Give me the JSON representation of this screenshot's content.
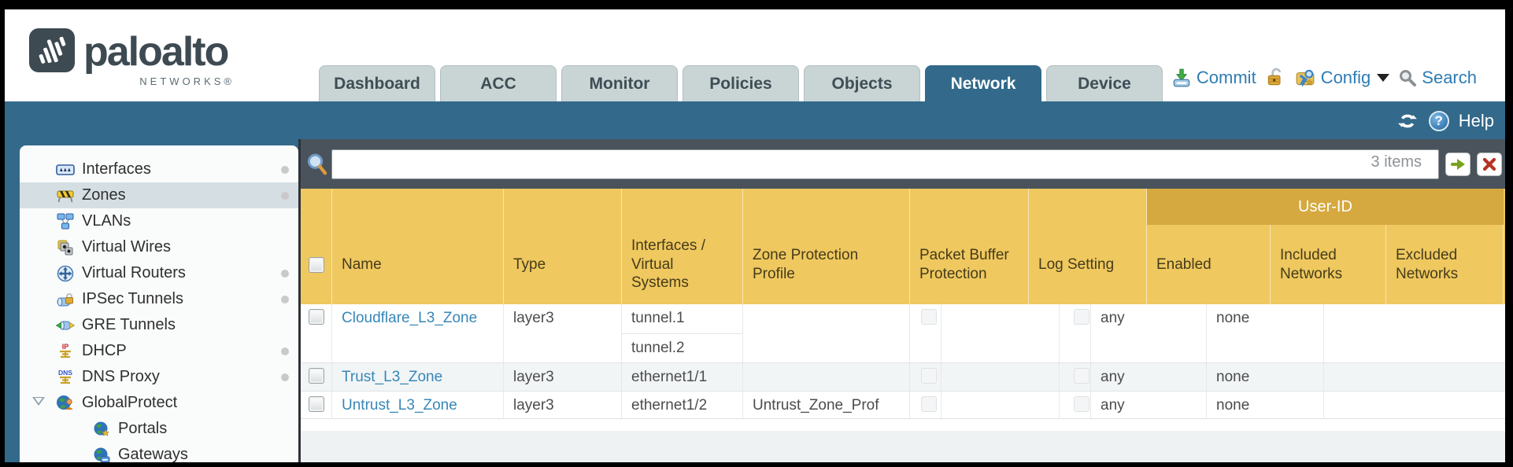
{
  "brand": {
    "wordmark": "paloalto",
    "sub": "NETWORKS®"
  },
  "tabs": [
    {
      "label": "Dashboard"
    },
    {
      "label": "ACC"
    },
    {
      "label": "Monitor"
    },
    {
      "label": "Policies"
    },
    {
      "label": "Objects"
    },
    {
      "label": "Network",
      "active": true
    },
    {
      "label": "Device"
    }
  ],
  "topbar": {
    "commit_label": "Commit",
    "config_label": "Config",
    "search_label": "Search"
  },
  "band": {
    "help_label": "Help"
  },
  "filter": {
    "value": "",
    "items_count": "3 items"
  },
  "sidebar": {
    "items": [
      {
        "label": "Interfaces"
      },
      {
        "label": "Zones"
      },
      {
        "label": "VLANs"
      },
      {
        "label": "Virtual Wires"
      },
      {
        "label": "Virtual Routers"
      },
      {
        "label": "IPSec Tunnels"
      },
      {
        "label": "GRE Tunnels"
      },
      {
        "label": "DHCP"
      },
      {
        "label": "DNS Proxy"
      },
      {
        "label": "GlobalProtect"
      },
      {
        "label": "Portals"
      },
      {
        "label": "Gateways"
      }
    ]
  },
  "table": {
    "group_header": "User-ID",
    "columns": {
      "name": "Name",
      "type": "Type",
      "interfaces": "Interfaces / Virtual Systems",
      "zpp": "Zone Protection Profile",
      "pbp": "Packet Buffer Protection",
      "log": "Log Setting",
      "enabled": "Enabled",
      "included": "Included Networks",
      "excluded": "Excluded Networks"
    },
    "rows": [
      {
        "name": "Cloudflare_L3_Zone",
        "type": "layer3",
        "interfaces": [
          "tunnel.1",
          "tunnel.2"
        ],
        "zpp": "",
        "included": "any",
        "excluded": "none"
      },
      {
        "name": "Trust_L3_Zone",
        "type": "layer3",
        "interfaces": [
          "ethernet1/1"
        ],
        "zpp": "",
        "included": "any",
        "excluded": "none"
      },
      {
        "name": "Untrust_L3_Zone",
        "type": "layer3",
        "interfaces": [
          "ethernet1/2"
        ],
        "zpp": "Untrust_Zone_Prof",
        "included": "any",
        "excluded": "none"
      }
    ]
  },
  "colors": {
    "teal": "#33698a",
    "header_orange": "#efc85f",
    "header_orange_dark": "#d5a93f",
    "link_blue": "#3787b8",
    "topbar_blue": "#2e7cb3"
  }
}
